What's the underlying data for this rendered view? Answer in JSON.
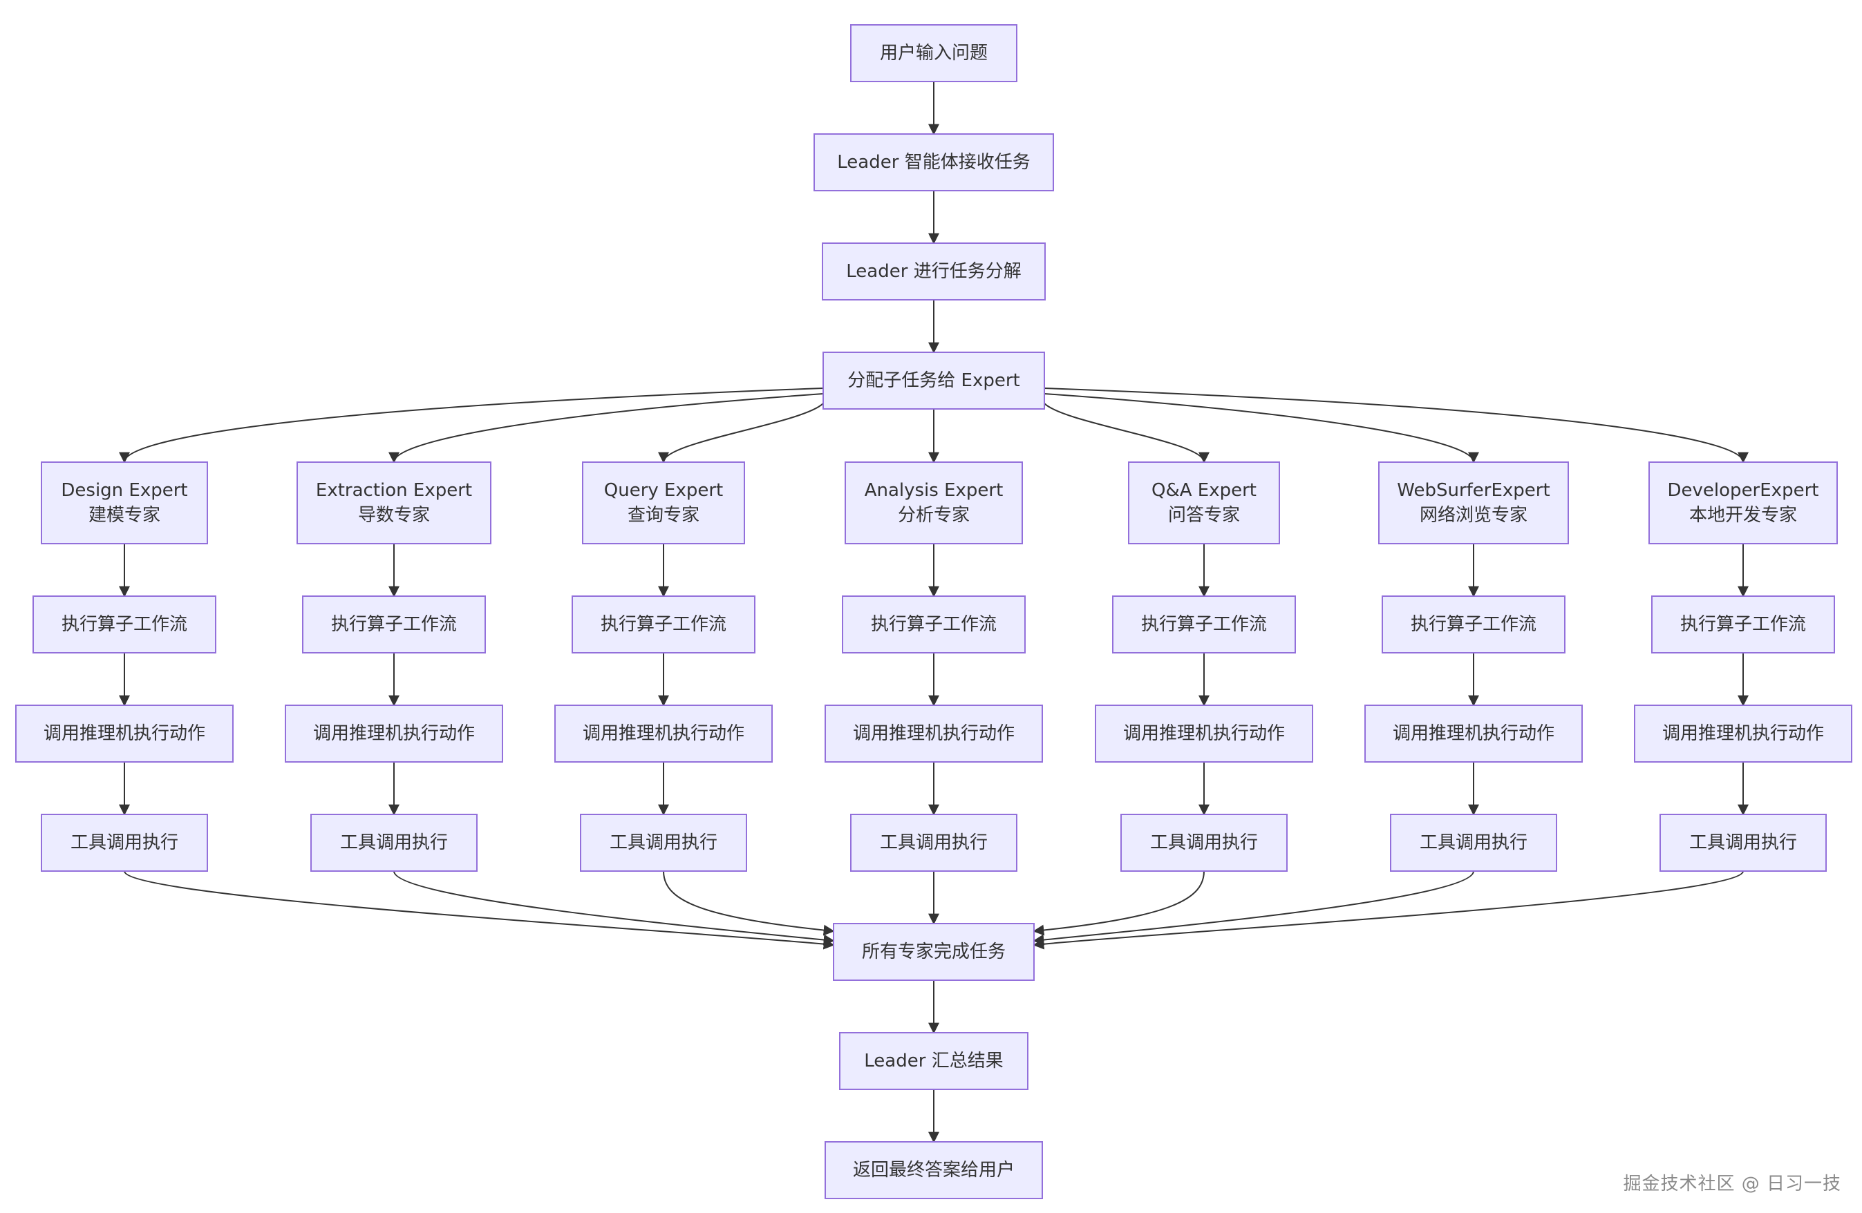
{
  "nodes": {
    "user_input": "用户输入问题",
    "leader_receive": "Leader 智能体接收任务",
    "leader_decompose": "Leader 进行任务分解",
    "assign": "分配子任务给 Expert",
    "experts": [
      {
        "name": "Design Expert",
        "role": "建模专家"
      },
      {
        "name": "Extraction Expert",
        "role": "导数专家"
      },
      {
        "name": "Query Expert",
        "role": "查询专家"
      },
      {
        "name": "Analysis Expert",
        "role": "分析专家"
      },
      {
        "name": "Q&A Expert",
        "role": "问答专家"
      },
      {
        "name": "WebSurferExpert",
        "role": "网络浏览专家"
      },
      {
        "name": "DeveloperExpert",
        "role": "本地开发专家"
      }
    ],
    "step_workflow": "执行算子工作流",
    "step_inference": "调用推理机执行动作",
    "step_tool": "工具调用执行",
    "all_done": "所有专家完成任务",
    "leader_summary": "Leader 汇总结果",
    "return_answer": "返回最终答案给用户"
  },
  "watermark": "掘金技术社区 @ 日习一技"
}
